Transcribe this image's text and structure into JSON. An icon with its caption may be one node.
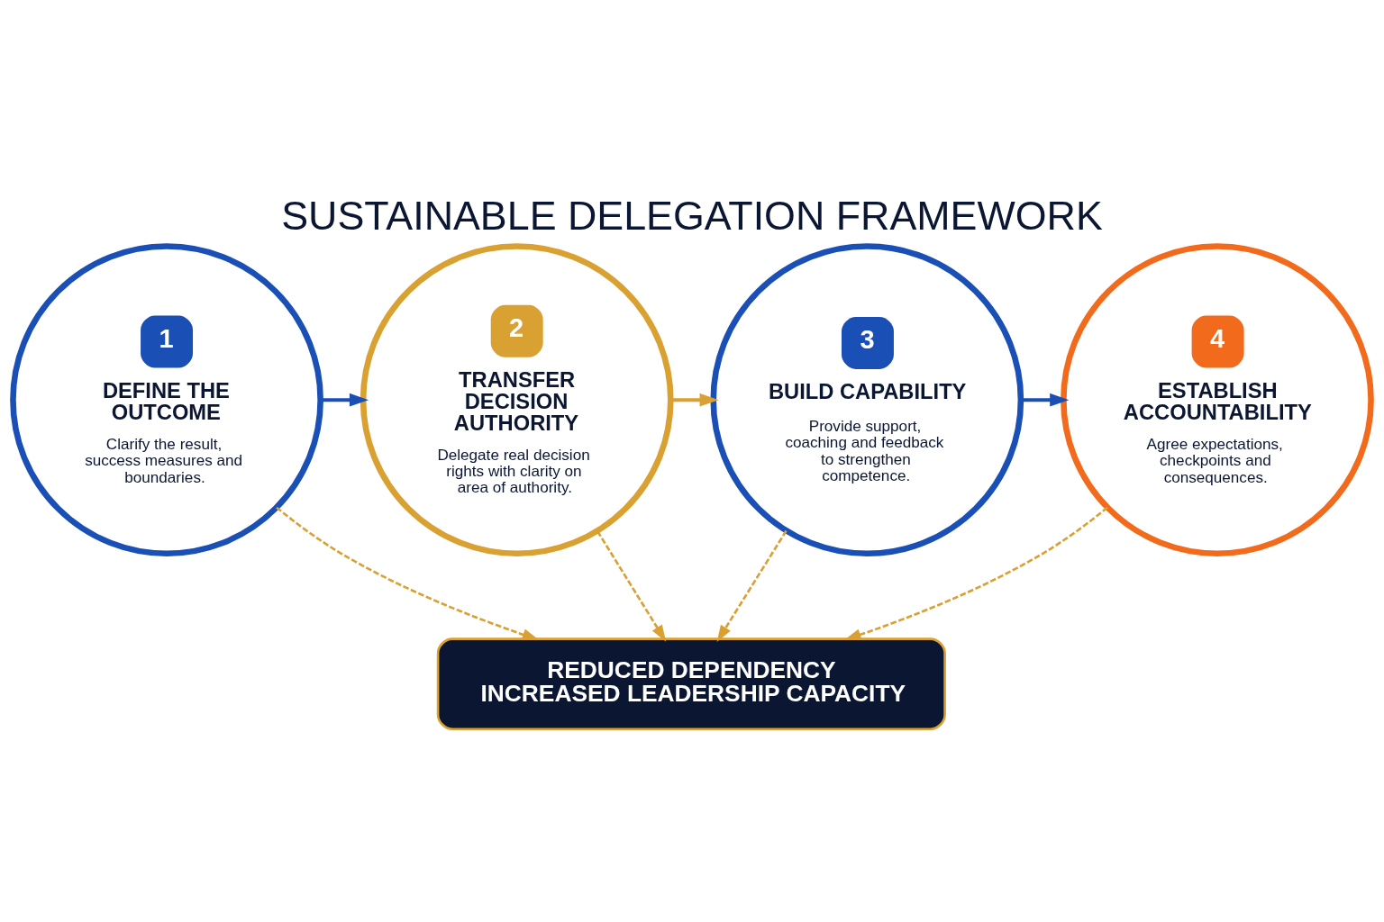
{
  "diagram": {
    "title": "SUSTAINABLE DELEGATION FRAMEWORK",
    "nodes": [
      {
        "text": [
          "1",
          "DEFINE THE OUTCOME",
          "Clarify the result, success measures and boundaries."
        ]
      },
      {
        "text": [
          "2",
          "TRANSFER DECISION AUTHORITY",
          "Delegate real decision rights with clarity on area of authority."
        ]
      },
      {
        "text": [
          "3",
          "BUILD CAPABILITY",
          "Provide support, coaching and feedback to strengthen competence."
        ]
      },
      {
        "text": [
          "4",
          "ESTABLISH ACCOUNTABILITY",
          "Agree expectations, checkpoints and consequences."
        ]
      },
      {
        "text": [
          "REDUCED DEPENDENCY",
          "INCREASED LEADERSHIP CAPACITY"
        ]
      }
    ],
    "edges": [
      {
        "from": 0,
        "to": 1,
        "arrow": "to",
        "color": "#1a4fb5"
      },
      {
        "from": 1,
        "to": 2,
        "arrow": "to",
        "color": "#d9a032"
      },
      {
        "from": 2,
        "to": 3,
        "arrow": "to",
        "color": "#1a4fb5"
      },
      {
        "from": 0,
        "to": 4,
        "arrow": "to",
        "style": "dashed",
        "color": "#d9a032"
      },
      {
        "from": 1,
        "to": 4,
        "arrow": "to",
        "style": "dashed",
        "color": "#d9a032"
      },
      {
        "from": 2,
        "to": 4,
        "arrow": "to",
        "style": "dashed",
        "color": "#d9a032"
      },
      {
        "from": 3,
        "to": 4,
        "arrow": "to",
        "style": "dashed",
        "color": "#d9a032"
      }
    ]
  }
}
